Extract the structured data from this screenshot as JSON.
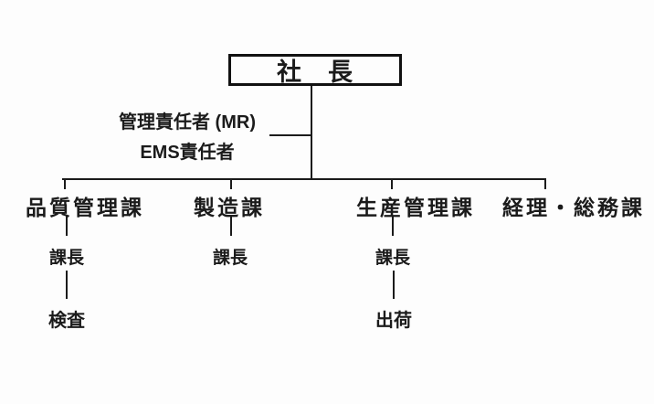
{
  "colors": {
    "ink": "#1b1b1b",
    "paper": "#fdfdfd",
    "box_border": "#111111"
  },
  "org": {
    "president": "社　長",
    "management_rep": {
      "line1": "管理責任者 (MR)",
      "line2": "EMS責任者"
    },
    "departments": [
      {
        "label": "品質管理課",
        "children": [
          "課長",
          "検査"
        ]
      },
      {
        "label": "製造課",
        "children": [
          "課長"
        ]
      },
      {
        "label": "生産管理課",
        "children": [
          "課長",
          "出荷"
        ]
      },
      {
        "label": "経理・総務課",
        "children": []
      }
    ]
  }
}
